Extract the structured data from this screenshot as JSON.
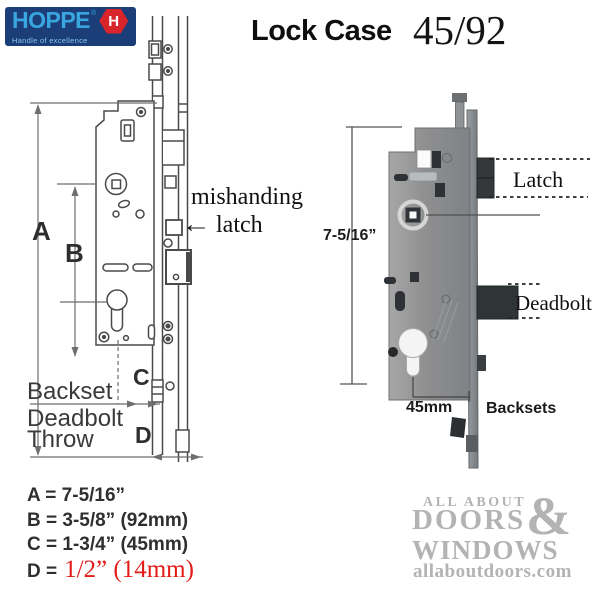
{
  "image": {
    "type": "lock-case-product-diagram",
    "background": "#ffffff"
  },
  "logo": {
    "brand": "HOPPE",
    "registered_mark": "®",
    "hex_letter": "H",
    "tagline": "Handle of excellence",
    "colors": {
      "background": "#1c3e78",
      "text": "#3aa6df",
      "hexagon": "#d7252b",
      "tagline": "#86c7ea"
    }
  },
  "title": {
    "main": "Lock Case",
    "model": "45/92"
  },
  "left_diagram": {
    "dim_a": "A",
    "dim_b": "B",
    "dim_c": "C",
    "dim_d": "D",
    "mishandling_line1": "mishanding",
    "mishandling_arrow": "←",
    "mishandling_line2": "latch",
    "backset_label": "Backset",
    "deadbolt_throw_line1": "Deadbolt",
    "deadbolt_throw_line2": "Throw"
  },
  "legend": {
    "line_a": "A = 7-5/16”",
    "line_b": "B = 3-5/8” (92mm)",
    "line_c": "C = 1-3/4” (45mm)",
    "line_d_prefix": "D =",
    "line_d_value": "1/2” (14mm)",
    "highlight_color": "#e41c17"
  },
  "right_figure": {
    "height_label": "7-5/16”",
    "latch_label": "Latch",
    "deadbolt_label": "Deadbolt",
    "backset_value": "45mm",
    "backsets_label": "Backsets"
  },
  "watermark": {
    "line1": "ALL ABOUT",
    "ampersand": "&",
    "line2": "DOORS",
    "line3": "WINDOWS",
    "site": "allaboutdoors.com",
    "color": "#b3b3b3"
  }
}
